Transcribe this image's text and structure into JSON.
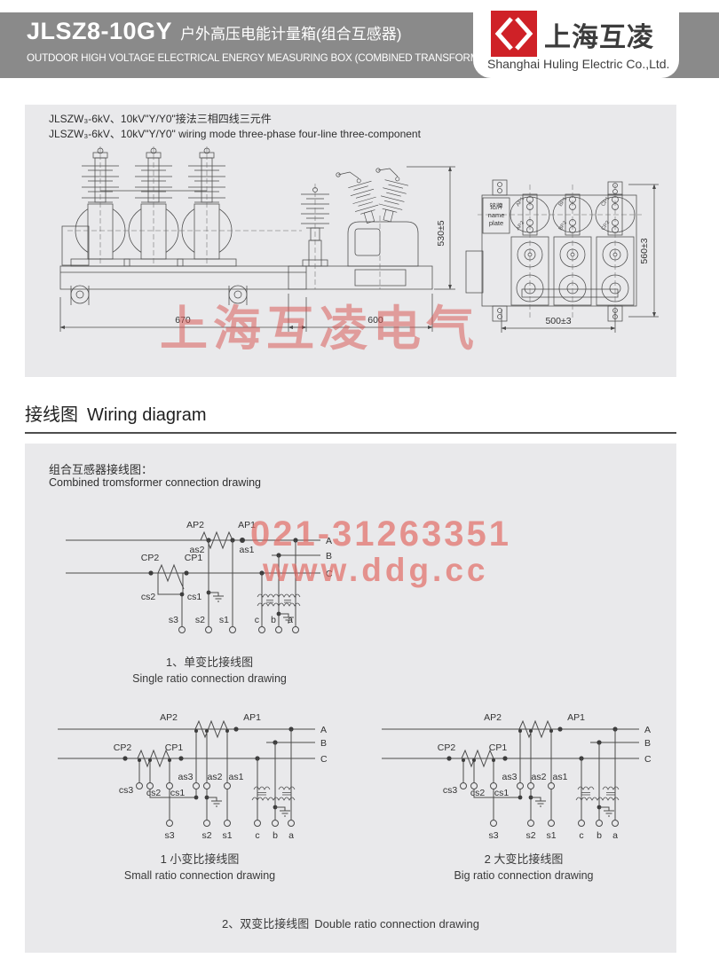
{
  "page": {
    "background": "#ffffff",
    "panel_bg": "#e9e9eb",
    "header_bar_bg": "#8a8a8a",
    "line_art_color": "#4a4a4a",
    "watermark_red": "#d8504b",
    "logo_red": "#cf2127"
  },
  "header": {
    "model": "JLSZ8-10GY",
    "title_zh": "户外高压电能计量箱(组合互感器)",
    "title_en": "OUTDOOR HIGH VOLTAGE ELECTRICAL ENERGY MEASURING BOX (COMBINED TRANSFORMER)",
    "brand_zh": "上海互凌",
    "brand_en": "Shanghai Huling Electric Co.,Ltd."
  },
  "outline": {
    "note_zh": "JLSZW₃-6kV、10kV\"Y/Y0\"接法三相四线三元件",
    "note_en": "JLSZW₃-6kV、10kV\"Y/Y0\" wiring mode three-phase four-line three-component",
    "watermark": "上海互凌电气",
    "nameplate": {
      "zh": "铭牌",
      "en1": "name",
      "en2": "plate"
    },
    "dims": {
      "front_width": "670",
      "side_width": "600",
      "side_height": "530±5",
      "top_width": "500±3",
      "top_height": "560±3"
    },
    "port_labels": {
      "a1": "AP1",
      "a2": "AP2",
      "b1": "BP1",
      "b2": "BP2",
      "c1": "CP1",
      "c2": "CP2"
    }
  },
  "section": {
    "zh": "接线图",
    "en": "Wiring diagram"
  },
  "wiring": {
    "intro_zh": "组合互感器接线图：",
    "intro_en": "Combined tromsformer connection drawing",
    "wm_phone": "021-31263351",
    "wm_site": "www.ddg.cc",
    "labels": {
      "AP1": "AP1",
      "AP2": "AP2",
      "CP1": "CP1",
      "CP2": "CP2",
      "as1": "as1",
      "as2": "as2",
      "as3": "as3",
      "cs1": "cs1",
      "cs2": "cs2",
      "cs3": "cs3",
      "s1": "s1",
      "s2": "s2",
      "s3": "s3",
      "a": "a",
      "b": "b",
      "c": "c",
      "A": "A",
      "B": "B",
      "C": "C"
    },
    "d1": {
      "zh": "1、单变比接线图",
      "en": "Single ratio connection drawing"
    },
    "d2": {
      "zh": "1 小变比接线图",
      "en": "Small ratio connection drawing"
    },
    "d3": {
      "zh": "2 大变比接线图",
      "en": "Big ratio connection drawing"
    },
    "footer_zh": "2、双变比接线图",
    "footer_en": "Double ratio connection drawing"
  }
}
